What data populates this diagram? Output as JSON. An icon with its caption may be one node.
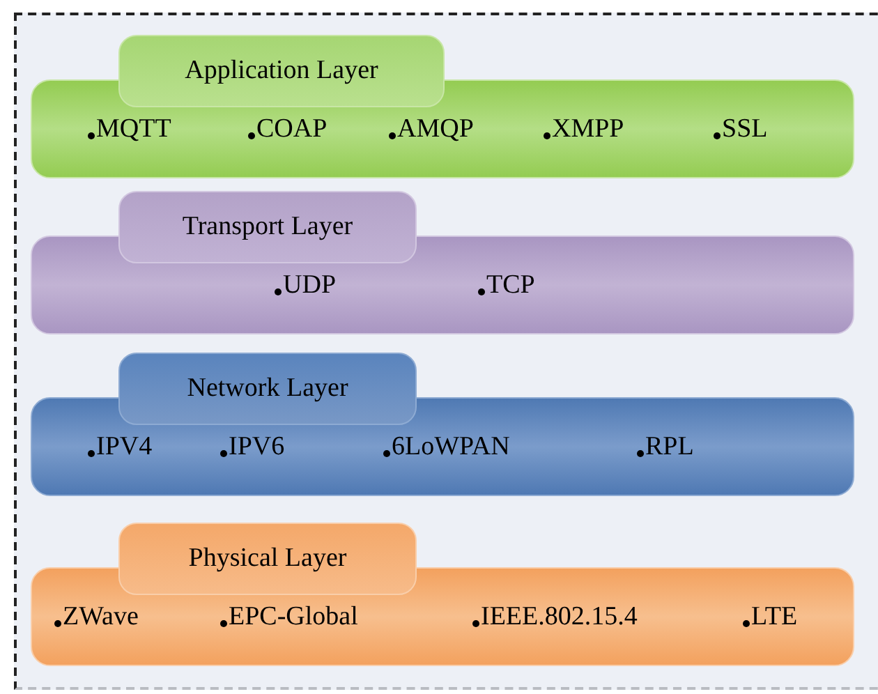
{
  "diagram": {
    "nodes": [
      {
        "text": [
          "Application Layer",
          "MQTT",
          "COAP",
          "AMQP",
          "XMPP",
          "SSL"
        ]
      },
      {
        "text": [
          "Transport Layer",
          "UDP",
          "TCP"
        ]
      },
      {
        "text": [
          "Network Layer",
          "IPV4",
          "IPV6",
          "6LoWPAN",
          "RPL"
        ]
      },
      {
        "text": [
          "Physical Layer",
          "ZWave",
          "EPC-Global",
          "IEEE.802.15.4",
          "LTE"
        ]
      }
    ],
    "edges": []
  }
}
